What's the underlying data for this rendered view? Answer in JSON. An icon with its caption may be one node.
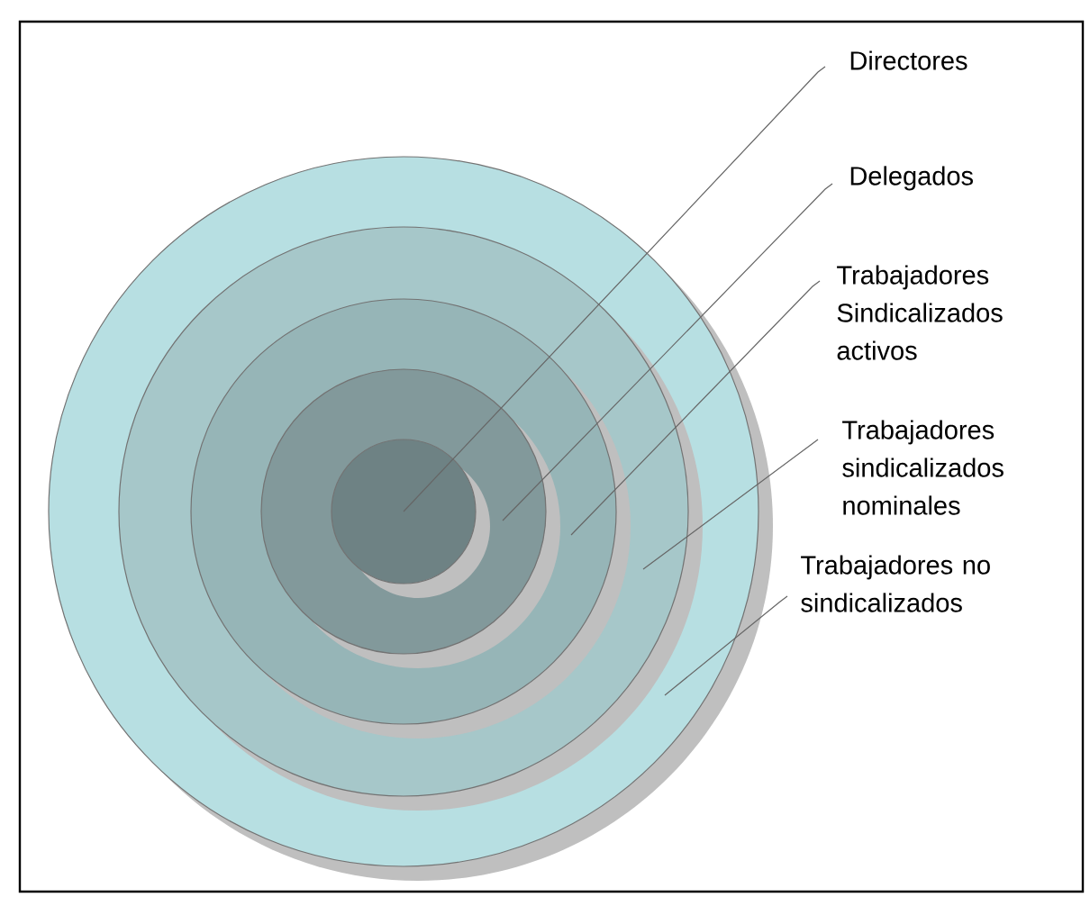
{
  "diagram": {
    "nodes": [
      {
        "text": [],
        "shape": "circle"
      },
      {
        "text": [],
        "shape": "circle",
        "in": 0
      },
      {
        "text": [],
        "shape": "circle",
        "in": 1
      },
      {
        "text": [],
        "shape": "circle",
        "in": 2
      },
      {
        "text": [],
        "shape": "circle",
        "in": 3
      },
      {
        "text": [
          "Directores"
        ]
      },
      {
        "text": [
          "Delegados"
        ]
      },
      {
        "text": [
          "Trabajadores Sindicalizados activos"
        ]
      },
      {
        "text": [
          "Trabajadores sindicalizados nominales"
        ]
      },
      {
        "text": [
          "Trabajadores no sindicalizados"
        ]
      }
    ],
    "edges": [
      {
        "from": 5,
        "to": 4,
        "arrow": "none"
      },
      {
        "from": 6,
        "to": 3,
        "arrow": "none"
      },
      {
        "from": 7,
        "to": 2,
        "arrow": "none"
      },
      {
        "from": 8,
        "to": 1,
        "arrow": "none"
      },
      {
        "from": 9,
        "to": 0,
        "arrow": "none"
      }
    ]
  }
}
